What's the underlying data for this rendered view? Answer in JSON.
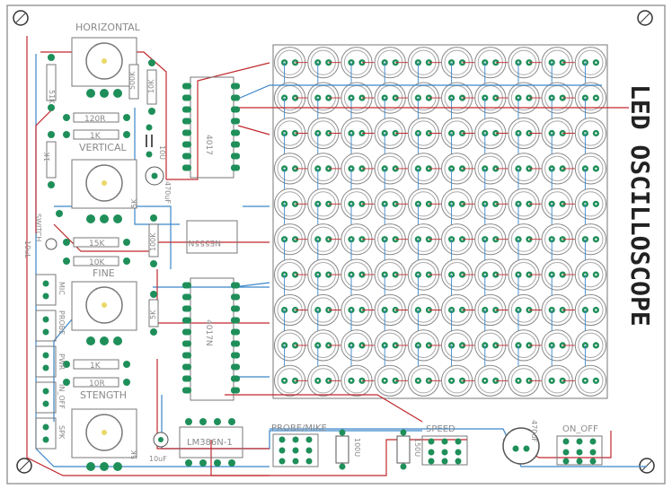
{
  "board": {
    "title": "LED OSCILLOSCOPE",
    "colors": {
      "background": "#ffffff",
      "outline": "#9a9a9a",
      "trace_top": "#c0282d",
      "trace_bottom": "#3b86c9",
      "pad": "#1f8f5a",
      "silk": "#8a8a8a",
      "title": "#222222"
    }
  },
  "pots": {
    "horizontal": "HORIZONTAL",
    "vertical": "VERTICAL",
    "fine": "FINE",
    "strength": "STENGTH"
  },
  "resistors": {
    "r_51k": "51K",
    "r_120r": "120R",
    "r_1k_a": "1K",
    "r_1k_b": "1K",
    "r_15k": "15K",
    "r_10k": "10K",
    "r_1k_c": "1K",
    "r_10r": "10R",
    "r_500k": "500K",
    "r_10k_b": "10K",
    "r_5k_a": "5K",
    "r_5k_b": "5K",
    "r_100k": "100K",
    "r_5k_c": "5K"
  },
  "capacitors": {
    "c_10u_a": "10U",
    "c_470u_a": "470uF",
    "c_10ul": "10uL",
    "c_10uf": "10uF",
    "c_100u": "100U",
    "c_150u": "150U",
    "c_470u_b": "470uF"
  },
  "chips": {
    "ic_a": "4017",
    "ic_b": "4017N",
    "ic_amp": "LM386N-1",
    "ic_b_mirror": "NE555N"
  },
  "connectors": {
    "probe_mike": "PROBE/MIKE",
    "speed": "SPEED",
    "on_off": "ON_OFF",
    "mic": "MIC",
    "probe": "PROBE",
    "pwr": "PWR",
    "ch_a": "SPK",
    "ch_b": "IN_OFF"
  },
  "misc": {
    "side_label": "SWITCH"
  },
  "matrix": {
    "rows": 10,
    "cols": 10
  }
}
